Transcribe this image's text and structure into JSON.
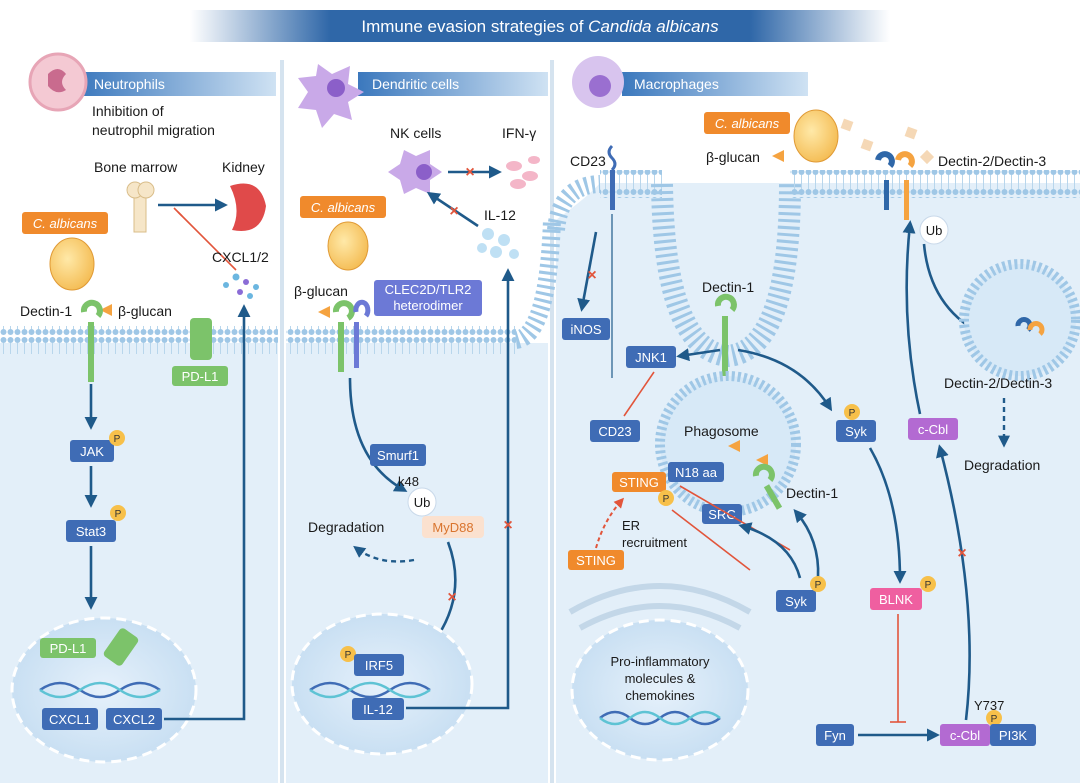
{
  "title_prefix": "Immune evasion strategies of ",
  "title_italic": "Candida albicans",
  "panels": {
    "neutrophils": {
      "header": "Neutrophils",
      "subtitle_line1": "Inhibition of",
      "subtitle_line2": "neutrophil migration",
      "bone_marrow": "Bone marrow",
      "kidney": "Kidney",
      "c_albicans": "C. albicans",
      "cxcl": "CXCL1/2",
      "dectin1": "Dectin-1",
      "beta_glucan": "β-glucan",
      "pdl1_membrane": "PD-L1",
      "jak": "JAK",
      "stat3": "Stat3",
      "pdl1_nucleus": "PD-L1",
      "cxcl1": "CXCL1",
      "cxcl2": "CXCL2",
      "p": "P"
    },
    "dendritic": {
      "header": "Dendritic cells",
      "nk_cells": "NK cells",
      "ifn_gamma": "IFN-γ",
      "il12_top": "IL-12",
      "c_albicans": "C. albicans",
      "beta_glucan": "β-glucan",
      "clec_line1": "CLEC2D/TLR2",
      "clec_line2": "heterodimer",
      "smurf1": "Smurf1",
      "k48": "k48",
      "ub": "Ub",
      "myd88": "MyD88",
      "degradation": "Degradation",
      "irf5": "IRF5",
      "il12_bottom": "IL-12",
      "p": "P"
    },
    "macrophages": {
      "header": "Macrophages",
      "cd23_top": "CD23",
      "c_albicans": "C. albicans",
      "beta_glucan": "β-glucan",
      "dectin23_top": "Dectin-2/Dectin-3",
      "inos": "iNOS",
      "dectin1_top": "Dectin-1",
      "jnk1": "JNK1",
      "cd23_bottom": "CD23",
      "phagosome": "Phagosome",
      "n18": "N18 aa",
      "sting_top": "STING",
      "src": "SRC",
      "dectin1_bottom": "Dectin-1",
      "er_line1": "ER",
      "er_line2": "recruitment",
      "sting_bottom": "STING",
      "syk_top": "Syk",
      "syk_bottom": "Syk",
      "ccbl_top": "c-Cbl",
      "ub": "Ub",
      "dectin23_mid": "Dectin-2/Dectin-3",
      "degradation": "Degradation",
      "blnk": "BLNK",
      "pro_line1": "Pro-inflammatory",
      "pro_line2": "molecules &",
      "pro_line3": "chemokines",
      "y737": "Y737",
      "fyn": "Fyn",
      "ccbl_bottom": "c-Cbl",
      "pi3k": "PI3K",
      "p": "P"
    }
  },
  "colors": {
    "background_panel": "#e3eff9",
    "membrane": "#9fc7e6",
    "arrow": "#1f5a8a",
    "inhibition": "#e2553b",
    "blue_box": "#3f6cb5",
    "phospho": "#f7c04a"
  }
}
